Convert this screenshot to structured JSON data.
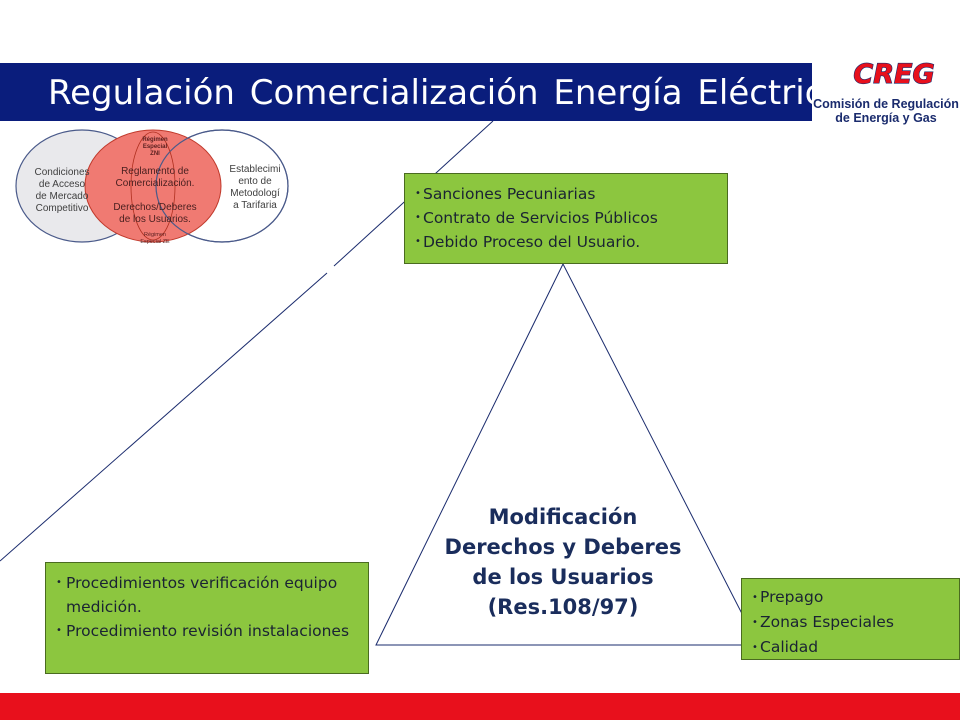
{
  "header": {
    "title": "Regulación Comercialización Energía Eléctrica"
  },
  "logo": {
    "mark": "CREG",
    "line1": "Comisión de Regulación",
    "line2": "de Energía y Gas"
  },
  "venn": {
    "left": [
      "Condiciones",
      "de Acceso",
      "de Mercado",
      "Competitivo"
    ],
    "center_top": [
      "Régimen",
      "Especial",
      "ZNI"
    ],
    "center": [
      "Reglamento de",
      "Comercialización.",
      "",
      "Derechos/Deberes",
      "de los Usuarios."
    ],
    "center_bottom": [
      "Régimen",
      "Especial ZE"
    ],
    "right": [
      "Establecimi",
      "ento de",
      "Metodologí",
      "a Tarifaria"
    ]
  },
  "box_top": {
    "items": [
      "Sanciones Pecuniarias",
      "Contrato de Servicios Públicos",
      "Debido Proceso del Usuario."
    ]
  },
  "box_left": {
    "items": [
      "Procedimientos verificación equipo medición.",
      "Procedimiento revisión instalaciones"
    ]
  },
  "box_right": {
    "items": [
      "Prepago",
      "Zonas Especiales",
      "Calidad"
    ]
  },
  "triangle": {
    "lines": [
      "Modificación",
      "Derechos y Deberes",
      "de los Usuarios",
      "(Res.108/97)"
    ]
  },
  "colors": {
    "title_bar": "#0a1d7c",
    "green_box": "#8cc63f",
    "venn_center": "#f07a72",
    "bottom_bar": "#e8101c"
  }
}
